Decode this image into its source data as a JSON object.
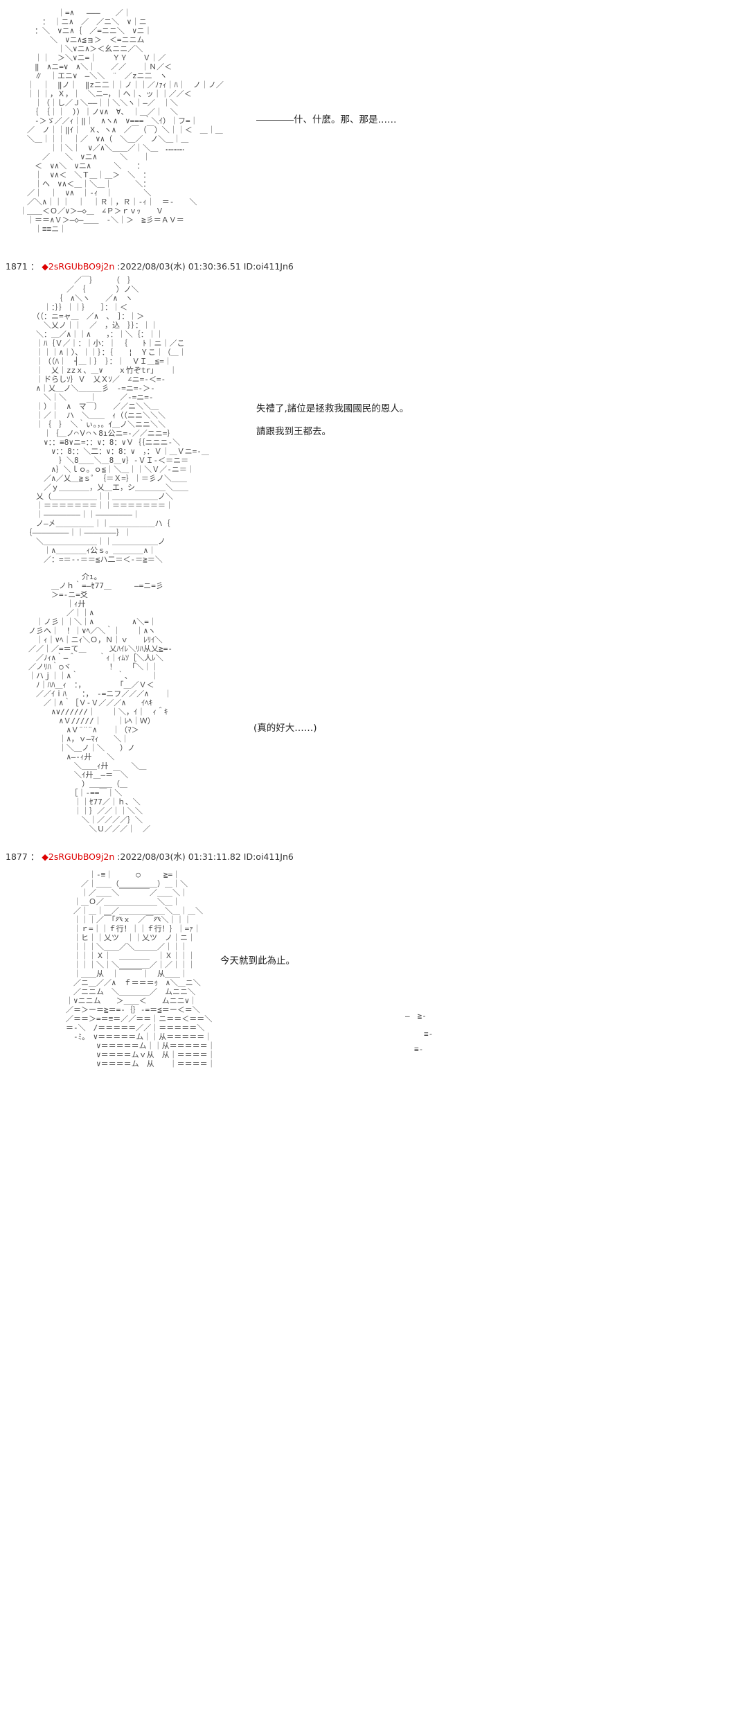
{
  "colors": {
    "background": "#ffffff",
    "aa_text": "#474747",
    "dialogue_text": "#222222",
    "header_text": "#333333",
    "tripcode_red": "#dd0000"
  },
  "post_headers": [
    {
      "number": "1871 ：",
      "tripcode": "◆2sRGUbBO9j2n",
      "meta": ":2022/08/03(水) 01:30:36.51 ID:oi411Jn6"
    },
    {
      "number": "1877 ：",
      "tripcode": "◆2sRGUbBO9j2n",
      "meta": ":2022/08/03(水) 01:31:11.82 ID:oi411Jn6"
    }
  ],
  "dialogues": [
    "――――什、什麼。那、那是……",
    "失禮了,諸位是拯救我國國民的恩人。",
    "請跟我到王都去。",
    "(真的好大……)",
    "今天就到此為止。"
  ],
  "stray_marks": [
    "―　≧‐",
    "≡‐",
    "≡‐"
  ],
  "aa_blocks": [
    [
      "　　　　　｜=∧　 ―――　　／｜",
      "　　　：　｜ニ∧　／　／ニ＼　∨｜ニ",
      "　　：＼　∨ニ∧｛　／=ニニ＼　∨ニ｜",
      "　　　　＼　∨ニ∧≦ョ＞　＜=ニニム",
      "　　　　　｜＼∨ニ∧＞＜幺ニニ／＼",
      "　　｜｜　＞＼∨ニ=｜　　ＹＹ　　Ｖ｜／",
      "　　‖　∧ニ=∨　∧＼｜　　／／　　｜Ｎ／＜",
      "　　∥　｜エニ∨　―＼＼　¨　／zニ二　ヽ",
      "　｜　｜　‖ノ｜　‖zニ二｜｜ノ｜｜／ﾉｧｨ｜ﾊ｜　ノ｜ノ／",
      "　｜｜｜，Ｘ，｜　＼ニ―，｜ヘ｜、ッ｜｜／／＜",
      "　　｜（｜し／Ｊ＼――｜｜＼＼ヽ｜―／　｜＼",
      "　　｛　｛｜｜　））｜ノ∨∧　∀、　｜＿／｜　＼",
      "　　‐＞ゞ／／ｨ｜‖｜　∧ヽ∧　∨===｀＼ｲ）｜フ=｜",
      "　／　ノ｜｜‖ｲ｜　Ｘ、ヽ∧　／￣（￣）＼｜｜＜　＿｜＿",
      "　＼＿｜｜｜　｜／　∨∧（　＼＿／　ノ＼＿｜＿",
      "　　　　｜｜＼｜　∨／∧＼＿＿／｜＼＿　…………",
      "　　　／　　＼　∨ニ∧　　　＼　　｜",
      "　　＜　∨∧＼　∨ニ∧　　　＼　　：",
      "　　｜　∨∧＜　＼Ｔ＿｜＿＞　＼　：",
      "　　｜ヘ　∨∧＜＿｜＼＿｜　　　＼：",
      "　／｜　｜　∨∧　｜‐ｨ　｜　　　　＼",
      "　／＼∧｜｜｜　｜　｜Ｒ｜，Ｒ｜‐ｨ｜　＝‐　　＼",
      "｜＿＿＜Ｏ／∨＞―◇＿　∠Ｐ＞ｒｖｯ　　Ｖ",
      "　｜＝＝∧Ｖ＞―◇―＿＿　‐＼｜＞　≧彡＝ＡＶ＝",
      "　　｜≡≡ニ｜"
    ],
    [
      "　　　　　　　／￣｝　　　（　｝",
      "　　　　　　／　｛　　　　）ノ＼",
      "　　　　　｛　∧＼ヽ　　／∧　ヽ",
      "　　　｜：｝｝｜｜｝　　］：｜＜",
      "　　（（：ニ=ャ＿　／∧　、　］：｜＞",
      "　　　＼乂ノ｜｜　／　，込　｝｝：｜｜",
      "　　＼：＿／∧｜｜∧　　，：｜＼｛：｜｜",
      "　　｜ﾊ｛Ｖ／｜：｜小：｜　｛　　ﾄ｜ニ｜／こ",
      "　　｜｜｜∧｜〉、｜｜｝：｛　　¦　Ｙこ｜（＿｜",
      "　　｜（（ﾊ｜　┤＿｜｝　｝：｜　ＶＩ＿≦=｜",
      "　　｜　乂｜zzｘ、＿∨　　ｘ竹ぞtr｣　　｜",
      "　　｜ドらしｿ｝Ｖ　乂Ｘｿ／　∠ニ=-＜=‐",
      "　　∧｜乂＿ノ＼＿＿＿彡　-=ニ=‐＞‐",
      "　　　＼｜＼　　　｜　　　／-=ニ=‐",
      "　　｜）｜　∧　マ￣）　　／／ニ＼＼＿",
      "　　｜／｜　ハ　＼＿＿　ｨ（（ニニ＼＼＼",
      "　　｜｛　｝　＼｀ぃ。，。ｲ＿ノ＼ニニ＼＼",
      "　　　｜｛＿ノ⌒Ｖ⌒ヽ8ı公ニ=‐／／ニニ=｝",
      "　　　∨：：≡8∨ニ=：：∨：8：∨Ｖ｛｛ニニニ‐＼",
      "　　　　∨：：8：：＼二：∨：8：∨　，：Ｖ｜＿Ｖニ=-＿",
      "　　　　　｝＼8＿＿＼＿8＿∨｝‐ＶＩ‐＜＝ニ＝",
      "　　　　∧｝＼ｌｏ。ｏ≦｜＼＿｜｜＼Ｖ／‐ニ＝｜",
      "　　　／∧／乂＿≧ｓ゜｛＝Ｘ=｝｜＝彡ノ＼＿＿",
      "　　　／ｙ＿＿＿＿，乂＿エ，シ＿＿＿＿＼＿＿",
      "　　乂（＿＿＿＿＿＿｜｜＿＿＿＿＿＿ノ＼",
      "　　｜＝＝＝＝＝＝＝｜｜＝＝＝＝＝＝＝｜",
      "　　｜――――――――｜｜――――――――｜",
      "　　ノ―㐅＿＿＿＿＿｜｜＿＿＿＿＿＿ハ｛",
      "　｛――――――――｜｜―――――――｝｜",
      "　　＼＿＿＿＿＿＿＿｜｜＿＿＿＿＿＿ノ",
      "　　　｜∧＿＿＿＿ｨ公ｓ。＿＿＿＿∧｜",
      "　　　／：=＝‐-＝＝≦ハ二＝＜-＝≧＝＼"
    ],
    [
      "　　　　　　　　介ı。",
      "　　　　＿ノｈ｀=―ｾ77＿　　　―=ニ=彡",
      "　　　　＞=‐ニ=爻",
      "　　　　　　｜ｨ廾",
      "　　　　　　／｜｜∧",
      "　　｜ノ彡｜｜＼｜∧　　　　　∧＼=｜",
      "　ノ彡ヘ｜　！｜∨ﾍ／＼｀｜　　｜∧ヽ",
      "　　｜ｨ｜∨ﾍ｜ニｨ＼Ｏ，Ｎ｜ｖ　　ﾚﾘｲ＼",
      "　／／｜／=＝て＿　　　乂ﾊｲﾚ＼ﾘﾊ从乂≧=‐",
      "　　／ﾉｨ∧｀―＾　　　｀ｨ｜ｨﾑｿ［＼人ﾚ＼",
      "　／ノﾘﾊ｀○ヾ　　　　　！　　｢＼｜｜",
      "　｜ハｊ｜｜∧｀　　　　　｀、　　　｜",
      "　　ﾉ｜ﾊﾊ＿ｨ　：，　　　　　｢＿／Ｖ＜",
      "　　／／ｲｉﾊ　　：，　-=ニフ／／／∧　　｜",
      "　　　／｜∧｀［Ｖ‐Ｖ／／／∧　　ｲﾍｷ",
      "　　　　∧∨//////｜　　｜＼，ｲ｜　ｨ＾ｷ",
      "　　　　　∧Ｖ/////｜　　｜ﾚﾍ｜Ｗ）",
      "　　　　　　∧Ｖ¨¨¨∧　　｜（ﾏ＞",
      "　　　　　｜∧，ｖ―ﾏｨ　　＼｜",
      "　　　　　｜＼＿ノ｜＼　　）ノ",
      "　　　　　　∧―‐ｨ廾　　＼",
      "　　　　　　　＼＿＿ｨ廾　　　＼＿",
      "　　　　　　　＼ｲ廾＿―＝￣＼",
      "　　　　　　　　）＿＿＿（＿",
      "　　　　　　　［｜‐==￣｜＼",
      "　　　　　　　｜｜ｾ77／｜ｈ、＼",
      "　　　　　　　｜｜｝／／｜｜＼＼",
      "　　　　　　　　＼｜／／／／｝＼",
      "　　　　　　　　　＼Ｕ／／／｜　／"
    ],
    [
      "　　　｜‐≡｜　　　○　　　≧=｜",
      "　　／｜＿＿（＿＿＿＿＿）＿｜＼",
      "　　｜／＿＿＼￣￣￣￣／＿＿＼｜",
      "　｜＿Ｏ／＿＿＿＿＿＿＿＼＿｜",
      "　／｜＿｜＿／＿＿＿＿＿＿＼＿｜＿＼",
      "　｜｜｜／￣｢癶ｘ　／￣癶＼｜｜｜",
      "　｜ｒ=｜｜ｆ行！｜｜ｆ行！｝｜=ｧ｜",
      "　｜ヒ｜｜乂ツ　｜｜乂ツ　ノ｜ニ｜",
      "　｜｜｜＼＿＿／＼＿＿＿／｜｜｜",
      "　｜｜｜Ｘ｜　＿＿＿＿　｜Ｘ｜｜｜",
      "　｜｜｜＼｜＼＿＿＿＿／｜／｜｜｜",
      "　｜＿＿从　｜￣￣￣｜　从＿＿｜",
      "　／ニ＿／／∧　ｆ＝＝＝ｩ　∧＼＿ニ＼",
      "　／ニニム　＼＿＿＿＿／　ムニニ＼",
      "｜∨ニニム　　＞＿＿＜　　ムニニ∨｜",
      "／＝＞ー＝≧＝=-｛｝-=＝≦＝ー＜＝＼",
      "／＝＝＞=＝≡＝／／＝＝｜ニ＝＝＜＝＝＼",
      "＝-＼　/＝＝＝＝＝／／｜＝＝＝＝＝＼",
      "　‐ﾐ。　∨＝＝＝＝＝ム｜｜从＝＝＝＝＝｜",
      "　　　　∨＝＝＝＝＝ム｜｜从＝＝＝＝＝｜",
      "　　　　∨＝＝＝＝ムｖ从　从｜＝＝＝＝｜",
      "　　　　∨＝＝＝＝ム　从　　｜＝＝＝＝｜"
    ]
  ]
}
